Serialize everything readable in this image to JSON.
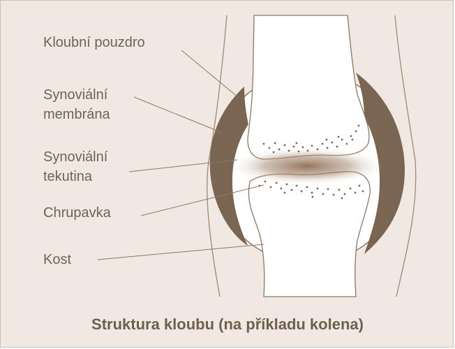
{
  "diagram": {
    "title": "Struktura kloubu (na příkladu kolena)",
    "labels": {
      "capsule": "Kloubní pouzdro",
      "membrane_line1": "Synoviální",
      "membrane_line2": "membrána",
      "fluid_line1": "Synoviální",
      "fluid_line2": "tekutina",
      "cartilage": "Chrupavka",
      "bone": "Kost"
    },
    "colors": {
      "background": "#f1e9e1",
      "bone": "#ffffff",
      "capsule": "#7a6552",
      "outline": "#8b7766",
      "text": "#6f6258"
    }
  }
}
